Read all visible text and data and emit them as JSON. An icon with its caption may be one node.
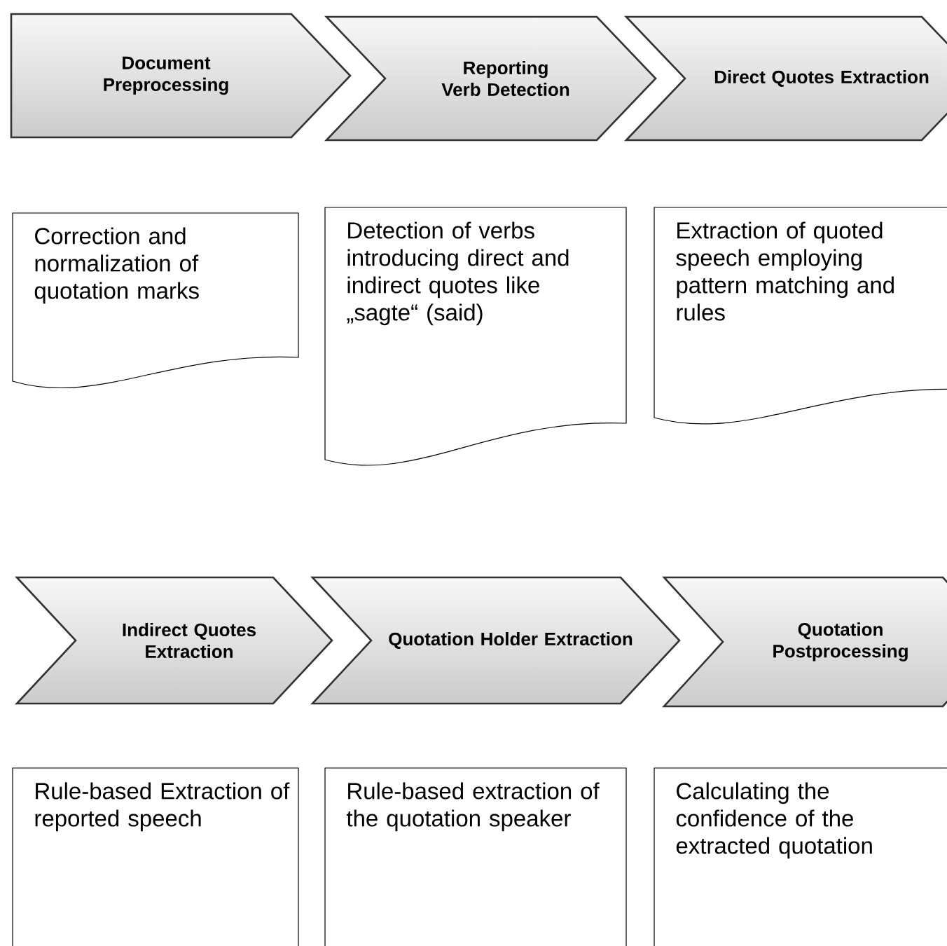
{
  "diagram": {
    "nodes": [
      {
        "text": [
          "Document Preprocessing"
        ]
      },
      {
        "text": [
          "Reporting Verb Detection"
        ]
      },
      {
        "text": [
          "Direct Quotes Extraction"
        ]
      },
      {
        "text": [
          "Correction and normalization of quotation marks"
        ]
      },
      {
        "text": [
          "Detection of verbs introducing direct and indirect quotes like „sagte“ (said)"
        ]
      },
      {
        "text": [
          "Extraction of quoted speech employing pattern matching and rules"
        ]
      },
      {
        "text": [
          "Indirect Quotes Extraction"
        ]
      },
      {
        "text": [
          "Quotation Holder Extraction"
        ]
      },
      {
        "text": [
          "Quotation Postprocessing"
        ]
      },
      {
        "text": [
          "Rule-based Extraction of reported speech"
        ]
      },
      {
        "text": [
          "Rule-based extraction of the quotation speaker"
        ]
      },
      {
        "text": [
          "Calculating the confidence of the extracted quotation"
        ]
      }
    ]
  }
}
